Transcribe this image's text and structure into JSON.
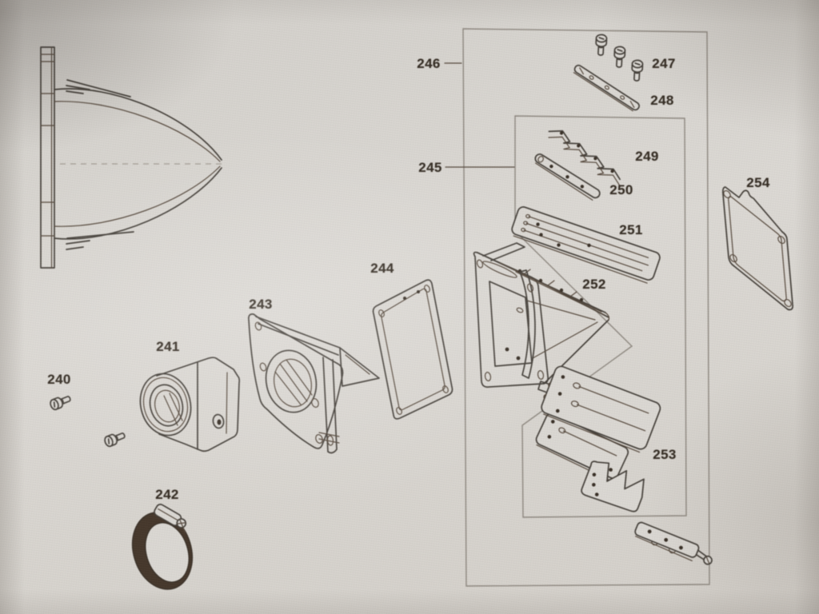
{
  "figure": {
    "type": "exploded-parts-diagram",
    "subject": "reed-valve-and-intake-manifold-assembly"
  },
  "labels": {
    "240": "240",
    "241": "241",
    "242": "242",
    "243": "243",
    "244": "244",
    "245": "245",
    "246": "246",
    "247": "247",
    "248": "248",
    "249": "249",
    "250": "250",
    "251": "251",
    "252": "252",
    "253": "253",
    "254": "254"
  },
  "colors": {
    "paper": "#d8d5d0",
    "ink": "#45403a",
    "group_box": "#8e8880",
    "label_text": "#352d24",
    "clamp_band": "#46382c"
  }
}
